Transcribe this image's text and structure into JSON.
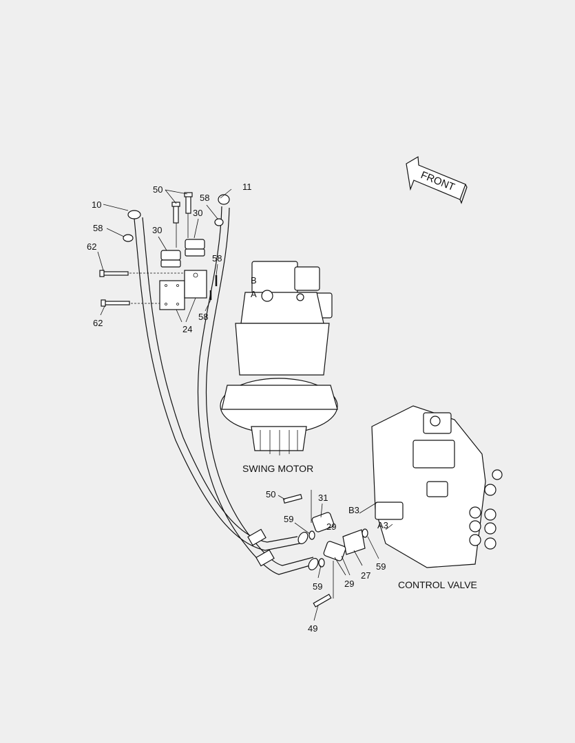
{
  "front_arrow": {
    "label": "FRONT"
  },
  "captions": {
    "swing_motor": "SWING MOTOR",
    "control_valve": "CONTROL VALVE"
  },
  "ports": {
    "B": "B",
    "A": "A",
    "B3": "B3",
    "A3": "A3"
  },
  "callouts": {
    "c10": "10",
    "c11": "11",
    "c50_top": "50",
    "c58_left": "58",
    "c58_right_top": "58",
    "c30_left": "30",
    "c30_right": "30",
    "c62_top": "62",
    "c62_bottom": "62",
    "c58_mid_top": "58",
    "c58_mid_bottom": "58",
    "c24": "24",
    "c50_lower": "50",
    "c31": "31",
    "c59_upper": "59",
    "c29_upper": "29",
    "c27": "27",
    "c59_right": "59",
    "c29_lower": "29",
    "c59_lower": "59",
    "c49": "49"
  }
}
